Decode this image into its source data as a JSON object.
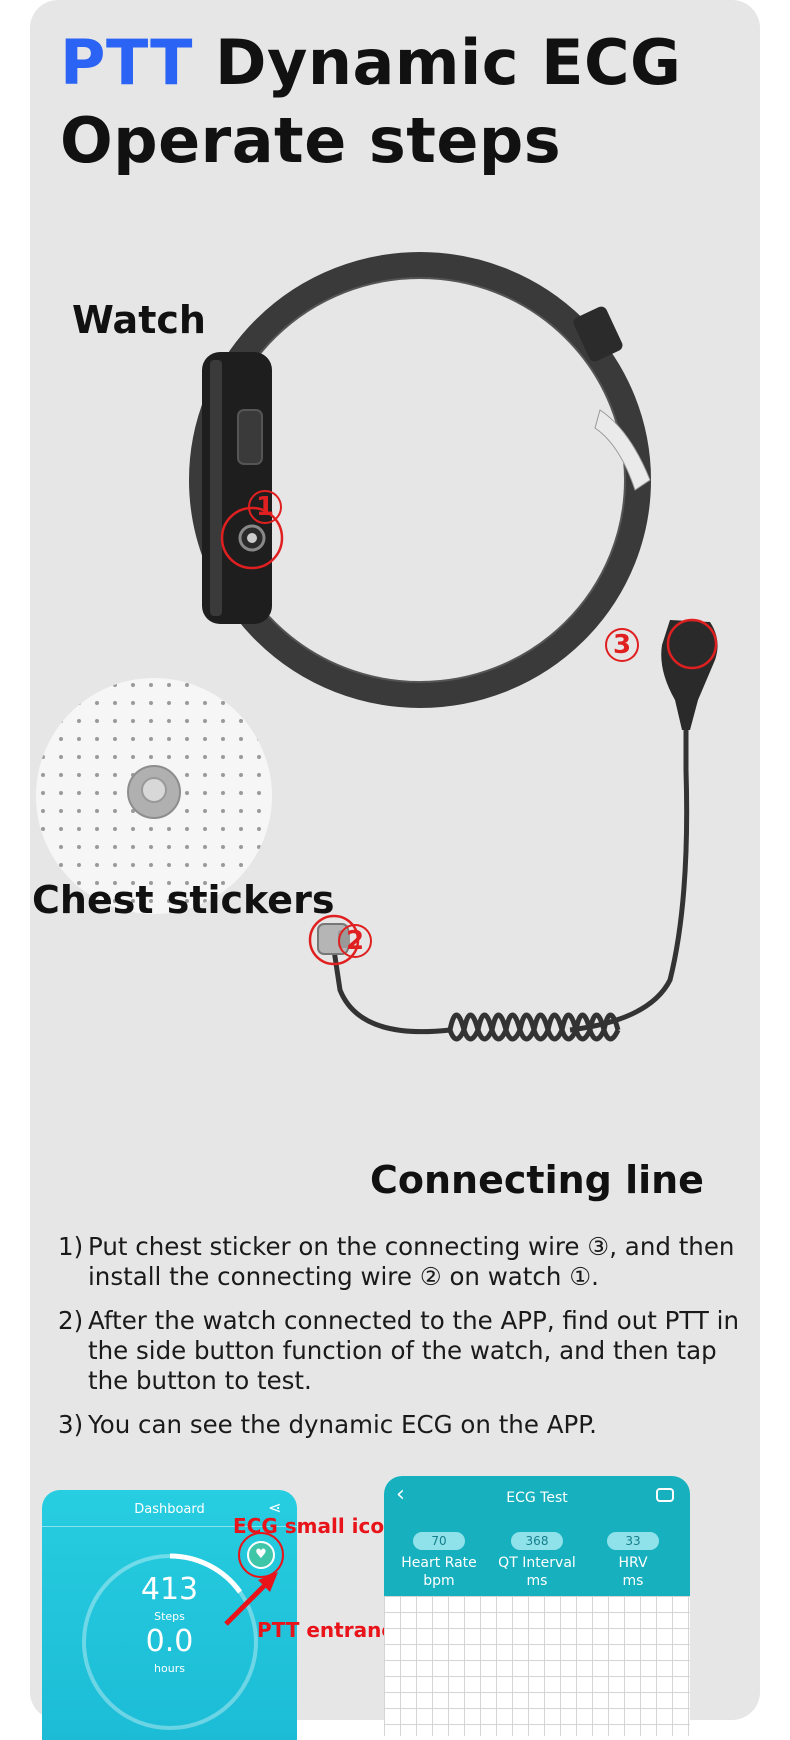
{
  "title": {
    "accent": "PTT",
    "rest": " Dynamic ECG",
    "line2": "Operate steps"
  },
  "labels": {
    "watch": "Watch",
    "chest_stickers": "Chest stickers",
    "connecting_line": "Connecting line"
  },
  "markers": {
    "one": "1",
    "two": "2",
    "three": "3"
  },
  "steps": [
    {
      "num": "1)",
      "text": "Put chest sticker on the connecting wire ③, and then install the connecting wire ② on watch ①."
    },
    {
      "num": "2)",
      "text": "After the watch connected to the APP, find out PTT in the side button function of the watch, and then tap the button to test."
    },
    {
      "num": "3)",
      "text": "You can see the dynamic ECG on the APP."
    }
  ],
  "dashboard": {
    "title": "Dashboard",
    "steps_value": "413",
    "steps_label": "Steps",
    "hours_value": "0.0",
    "hours_label": "hours"
  },
  "annotations": {
    "ecg_icon": "ECG small icon",
    "ptt_entrance": "PTT entrance"
  },
  "ecg_test": {
    "title": "ECG Test",
    "metrics": [
      {
        "value": "70",
        "name": "Heart Rate",
        "unit": "bpm"
      },
      {
        "value": "368",
        "name": "QT Interval",
        "unit": "ms"
      },
      {
        "value": "33",
        "name": "HRV",
        "unit": "ms"
      }
    ]
  },
  "colors": {
    "accent": "#2b63f5",
    "marker_red": "#e02020",
    "dashboard_teal": "#27cde0",
    "ecg_header": "#16b0bf"
  }
}
